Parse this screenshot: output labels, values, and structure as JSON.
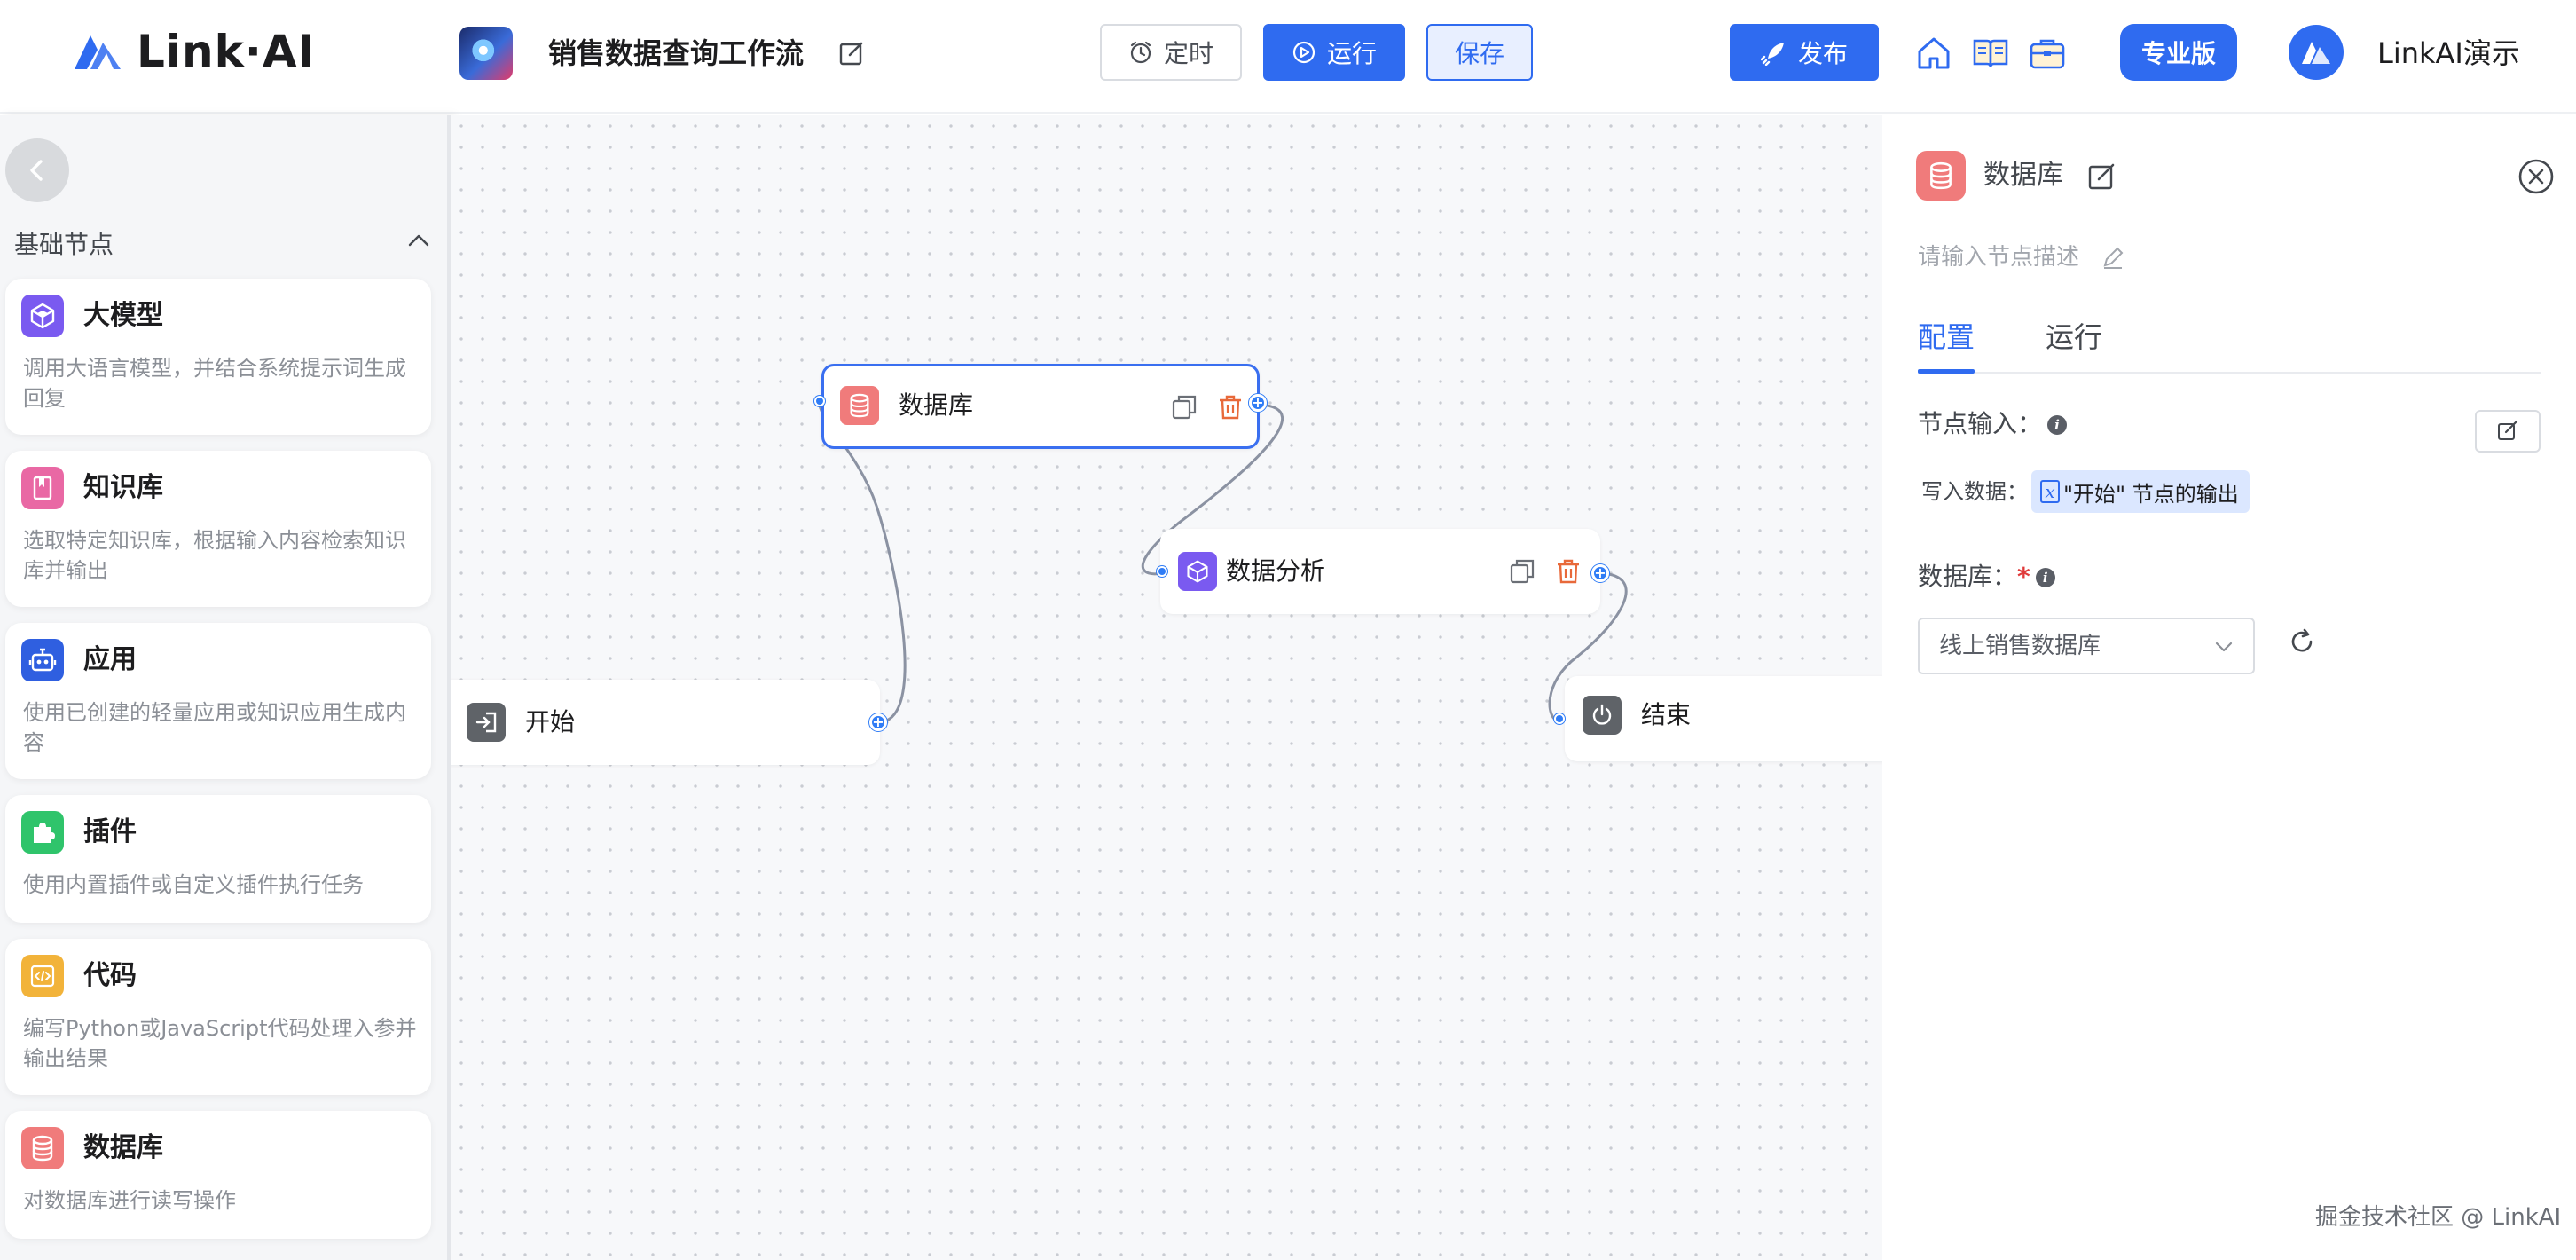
{
  "header": {
    "brand": "Link·AI",
    "workflow_title": "销售数据查询工作流",
    "timer_label": "定时",
    "run_label": "运行",
    "save_label": "保存",
    "publish_label": "发布",
    "pro_label": "专业版",
    "user_name": "LinkAI演示"
  },
  "left_panel": {
    "section_title": "基础节点",
    "nodes": [
      {
        "title": "大模型",
        "desc": "调用大语言模型，并结合系统提示词生成回复",
        "icon": "cube-icon",
        "color": "#7a5af0"
      },
      {
        "title": "知识库",
        "desc": "选取特定知识库，根据输入内容检索知识库并输出",
        "icon": "book-icon",
        "color": "#e968a4"
      },
      {
        "title": "应用",
        "desc": "使用已创建的轻量应用或知识应用生成内容",
        "icon": "robot-icon",
        "color": "#2f5fe0"
      },
      {
        "title": "插件",
        "desc": "使用内置插件或自定义插件执行任务",
        "icon": "puzzle-icon",
        "color": "#2fc46b"
      },
      {
        "title": "代码",
        "desc": "编写Python或JavaScript代码处理入参并输出结果",
        "icon": "code-icon",
        "color": "#f2b33a"
      },
      {
        "title": "数据库",
        "desc": "对数据库进行读写操作",
        "icon": "database-icon",
        "color": "#f07b7b"
      }
    ]
  },
  "canvas": {
    "nodes": {
      "database": "数据库",
      "analysis": "数据分析",
      "start": "开始",
      "end": "结束"
    }
  },
  "right_panel": {
    "title": "数据库",
    "desc_placeholder": "请输入节点描述",
    "tabs": [
      "配置",
      "运行"
    ],
    "node_input_label": "节点输入：",
    "write_data_label": "写入数据：",
    "variable_tag": "\"开始\" 节点的输出",
    "database_label": "数据库：",
    "database_required": "*",
    "database_selected": "线上销售数据库"
  },
  "watermark": "掘金技术社区 @ LinkAI",
  "colors": {
    "accent": "#2f6bf0",
    "database": "#f07b7b",
    "canvas_bg": "#f7f8fa"
  }
}
